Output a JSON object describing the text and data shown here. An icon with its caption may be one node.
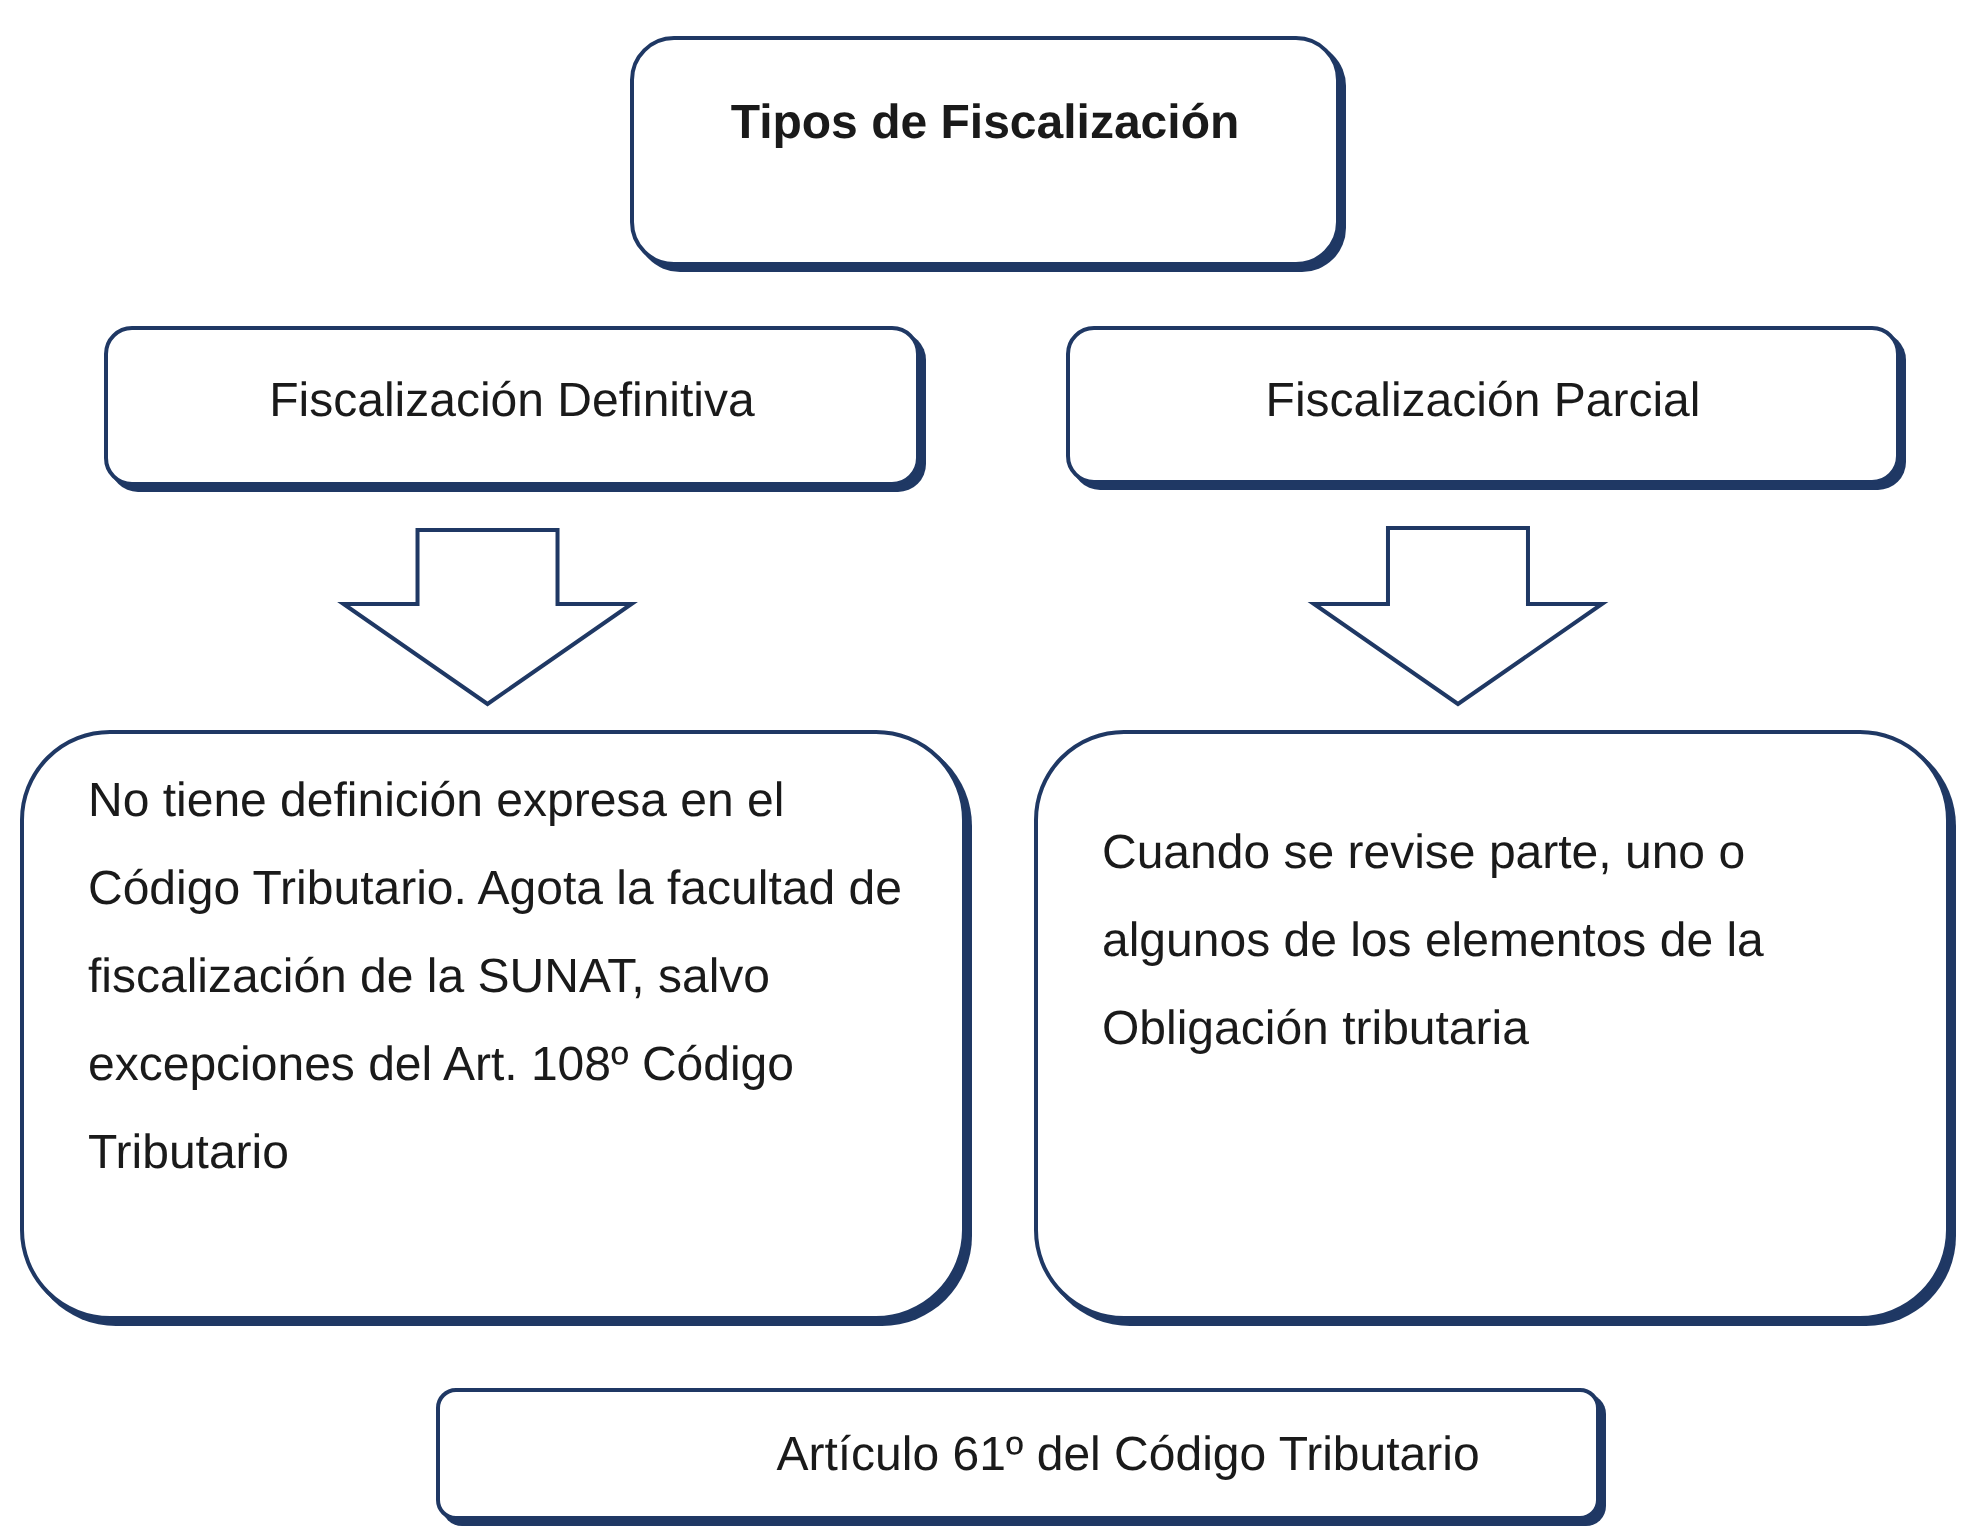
{
  "diagram": {
    "nodes": [
      {
        "text": [
          "Tipos de Fiscalización"
        ]
      },
      {
        "text": [
          "Fiscalización Definitiva"
        ]
      },
      {
        "text": [
          "Fiscalización Parcial"
        ]
      },
      {
        "text": [
          "No tiene definición expresa en el Código Tributario. Agota la facultad de fiscalización de la SUNAT, salvo excepciones del Art. 108º Código Tributario"
        ]
      },
      {
        "text": [
          "Cuando se revise parte, uno o algunos de los elementos de la Obligación tributaria"
        ]
      },
      {
        "text": [
          "Artículo 61º del Código Tributario"
        ]
      }
    ],
    "edges": [
      {
        "from": 1,
        "to": 3,
        "arrow": "to"
      },
      {
        "from": 2,
        "to": 4,
        "arrow": "to"
      }
    ]
  }
}
